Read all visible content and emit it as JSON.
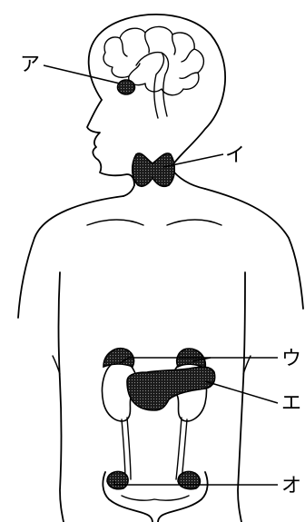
{
  "labels": {
    "a": "ア",
    "i": "イ",
    "u": "ウ",
    "e": "エ",
    "o": "オ"
  },
  "colors": {
    "line": "#000000",
    "organ_fill": "#2e2e2e",
    "background": "#ffffff"
  }
}
